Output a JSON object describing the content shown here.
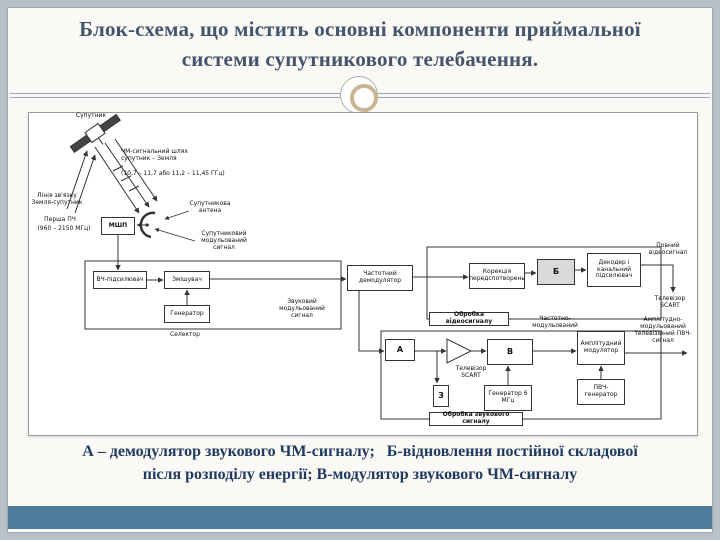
{
  "slide": {
    "title_line1": "Блок-схема, що містить основні компоненти приймальної",
    "title_line2": "системи супутникового телебачення.",
    "caption_line1": "А – демодулятор звукового ЧМ-сигналу;   Б-відновлення постійної складової",
    "caption_line2": "після розподілу енергії; В-модулятор звукового ЧМ-сигналу"
  },
  "colors": {
    "accent_bar": "#4E7D9B",
    "title_text": "#44546A",
    "caption_text": "#1F3A5F"
  },
  "diagram": {
    "labels": {
      "satellite": "Супутник",
      "fm_path": "ЧМ-сигнальний шлях супутник – Земля",
      "freq_range": "(10,7 – 11,7 або 11,2 – 11,45 ГГц)",
      "uplink": "Лінія зв'язку Земля-супутник",
      "dish": "Супутникова антена",
      "sat_signal": "Супутниковий модульований сигнал",
      "first_if": "Перша ПЧ",
      "first_if_range": "(960 – 2150 МГц)",
      "mshp": "МШП",
      "rf_amp": "ВЧ-підсилювач",
      "mixer": "Змішувач",
      "oscillator": "Генератор",
      "selector": "Селектор",
      "demodulator": "Частотний демодулятор",
      "sound_signal": "Звуковий модульований сигнал",
      "correction": "Корекція передспотворень",
      "b": "Б",
      "decoder": "Декодер і канальний підсилювач",
      "full_video": "Повний відеосигнал",
      "tv_scart_right": "Телевізор SCART",
      "video_processing": "Обробка відеосигналу",
      "a": "А",
      "v": "В",
      "z": "З",
      "tv_scart_mid": "Телевізор SCART",
      "gen_6mhz": "Генератор 6 МГц",
      "fm_signal": "Частотно-модульований",
      "am_modulator": "Амплітудний модулятор",
      "am_signal": "Амплітудно-модульований телевізійний ПВЧ-сигнал",
      "pvch_gen": "ПВЧ-генератор",
      "sound_processing": "Обробка звукового сигналу"
    }
  }
}
